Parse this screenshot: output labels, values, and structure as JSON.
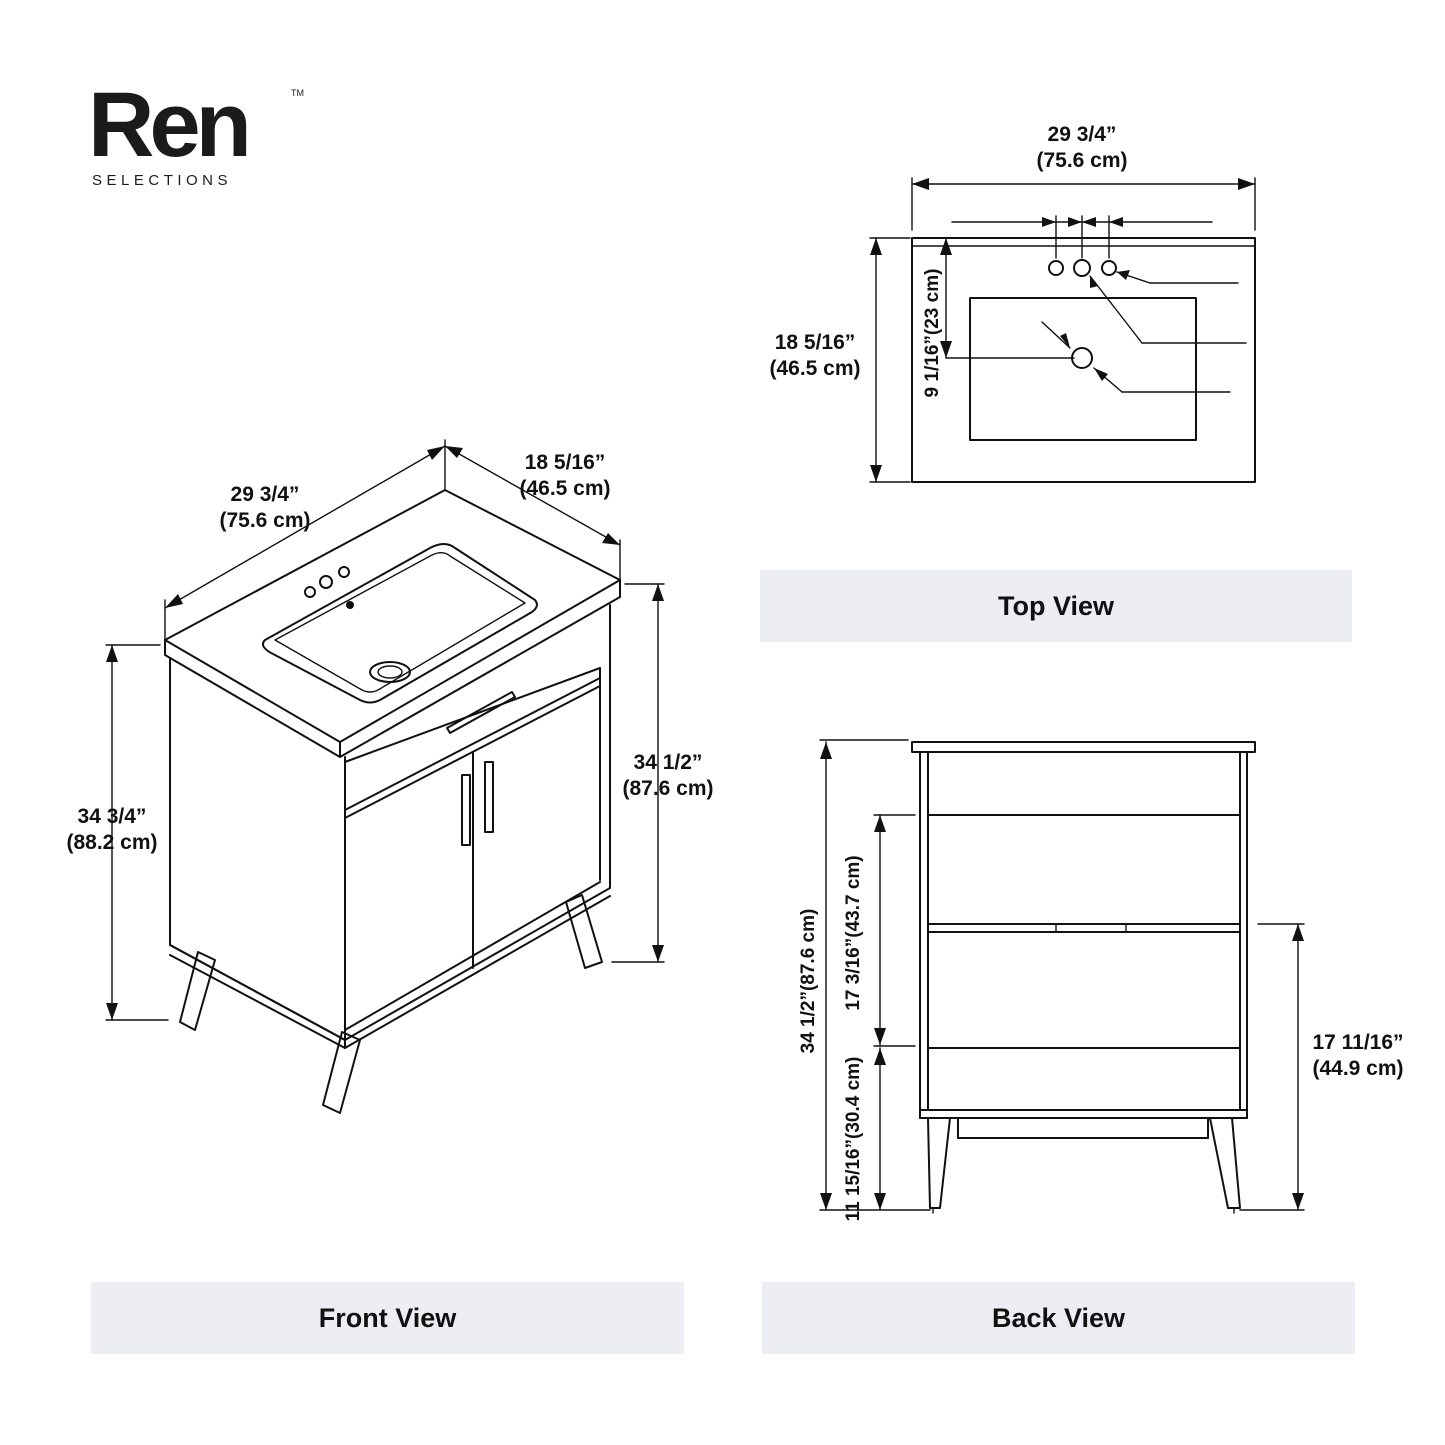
{
  "brand": {
    "name": "Ren",
    "tm": "TM",
    "sub": "SELECTIONS"
  },
  "front_view": {
    "title": "Front View",
    "width_in": "29 3/4”",
    "width_cm": "(75.6 cm)",
    "depth_in": "18 5/16”",
    "depth_cm": "(46.5 cm)",
    "total_height_in": "34 3/4”",
    "total_height_cm": "(88.2 cm)",
    "cabinet_height_in": "34 1/2”",
    "cabinet_height_cm": "(87.6 cm)"
  },
  "top_view": {
    "title": "Top View",
    "width_in": "29 3/4”",
    "width_cm": "(75.6 cm)",
    "depth_in": "18 5/16”",
    "depth_cm": "(46.5 cm)",
    "drain_offset": "9 1/16”(23 cm)"
  },
  "back_view": {
    "title": "Back View",
    "height": "34 1/2”(87.6 cm)",
    "upper_shelf": "17 3/16”(43.7 cm)",
    "lower_shelf": "11 15/16”(30.4 cm)",
    "right_in": "17 11/16”",
    "right_cm": "(44.9 cm)"
  }
}
